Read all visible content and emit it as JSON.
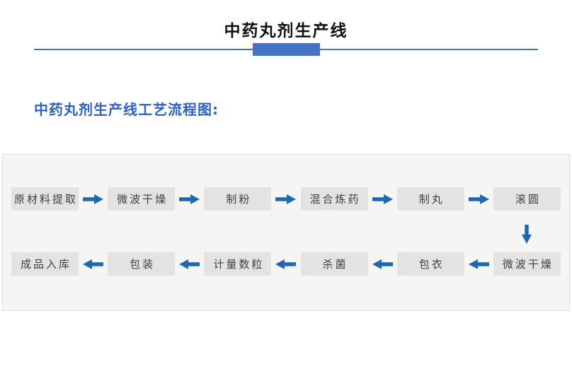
{
  "page": {
    "title": "中药丸剂生产线",
    "subtitle": "中药丸剂生产线工艺流程图:"
  },
  "flowchart": {
    "row1": [
      {
        "label": "原材料提取"
      },
      {
        "label": "微波干燥"
      },
      {
        "label": "制粉"
      },
      {
        "label": "混合炼药"
      },
      {
        "label": "制丸"
      },
      {
        "label": "滚圆"
      }
    ],
    "row2": [
      {
        "label": "成品入库"
      },
      {
        "label": "包装"
      },
      {
        "label": "计量数粒"
      },
      {
        "label": "杀菌"
      },
      {
        "label": "包衣"
      },
      {
        "label": "微波干燥"
      }
    ],
    "row1_flow": "left-to-right",
    "row2_flow": "right-to-left"
  },
  "icons": {
    "forward": "right-arrow",
    "backward": "left-arrow",
    "turn": "down-arrow"
  },
  "colors": {
    "accent_blue": "#4472C4",
    "subtitle_blue": "#2D62C4",
    "arrow_blue": "#1E68B2",
    "box_bg": "#E3E3E1",
    "box_text": "#3F3F3F",
    "panel_bg": "#F5F5F4",
    "panel_border": "#DCDCDA",
    "title_color": "#111111"
  }
}
